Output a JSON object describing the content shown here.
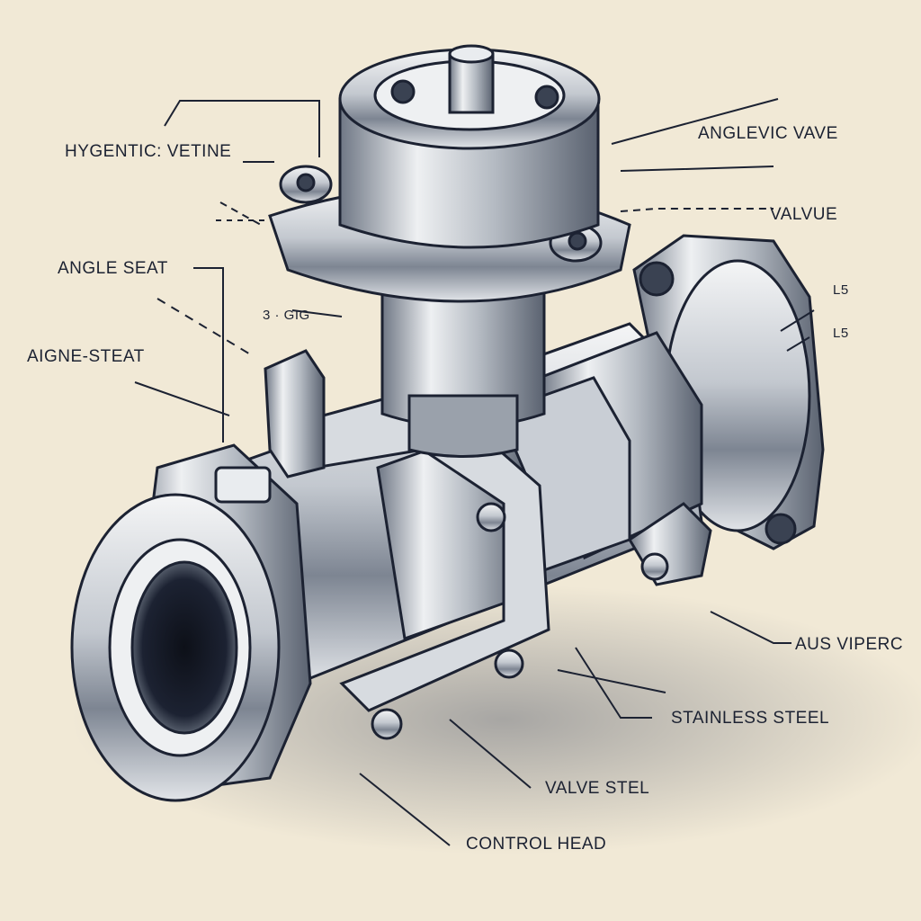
{
  "labels": {
    "hygenic_vetine": "HYGENTIC: VETINE",
    "anglevic_vave": "ANGLEVIC VAVE",
    "valvue": "VALVUE",
    "angle_seat": "ANGLE SEAT",
    "aigne_steat": "AIGNE-STEAT",
    "l5_upper": "L5",
    "l5_lower": "L5",
    "dim_mark": "3 · GIG",
    "aus_viperc": "AUS VIPERC",
    "stainless_steel": "STAINLESS STEEL",
    "valve_stel": "VALVE STEL",
    "control_head": "CONTROL HEAD"
  },
  "colors": {
    "background": "#f1e9d6",
    "ink": "#1c2232",
    "steel_light": "#e9ecef",
    "steel_mid": "#aeb4bd",
    "steel_dark": "#3a4252"
  }
}
